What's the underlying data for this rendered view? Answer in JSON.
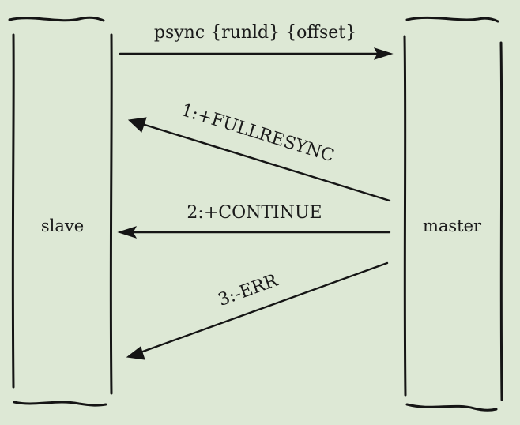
{
  "diagram": {
    "nodes": {
      "slave": {
        "label": "slave"
      },
      "master": {
        "label": "master"
      }
    },
    "messages": [
      {
        "id": "psync",
        "label": "psync {runld} {offset}",
        "from": "slave",
        "to": "master"
      },
      {
        "id": "fullresync",
        "label": "1:+FULLRESYNC",
        "from": "master",
        "to": "slave"
      },
      {
        "id": "continue",
        "label": "2:+CONTINUE",
        "from": "master",
        "to": "slave"
      },
      {
        "id": "err",
        "label": "3:-ERR",
        "from": "master",
        "to": "slave"
      }
    ]
  }
}
